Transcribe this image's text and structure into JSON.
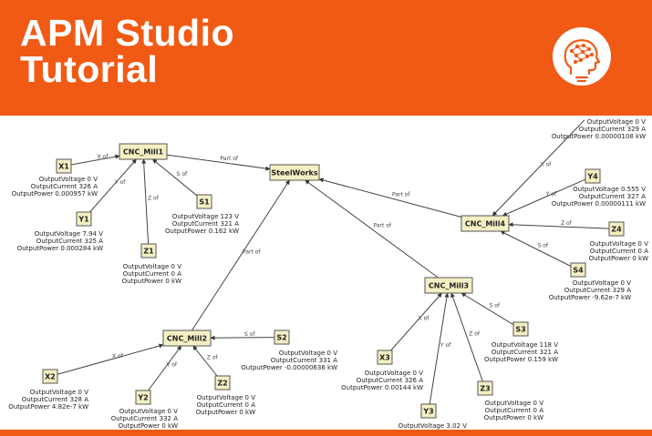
{
  "header": {
    "title_line1": "APM Studio",
    "title_line2": "Tutorial",
    "background": "#f05a14",
    "logo_icon": "head-brain-network-icon"
  },
  "diagram": {
    "nodes": [
      {
        "id": "SteelWorks",
        "label": "SteelWorks",
        "kind": "plant"
      },
      {
        "id": "CNC_Mill1",
        "label": "CNC_Mill1",
        "kind": "mill"
      },
      {
        "id": "CNC_Mill2",
        "label": "CNC_Mill2",
        "kind": "mill"
      },
      {
        "id": "CNC_Mill3",
        "label": "CNC_Mill3",
        "kind": "mill"
      },
      {
        "id": "CNC_Mill4",
        "label": "CNC_Mill4",
        "kind": "mill"
      },
      {
        "id": "X1",
        "label": "X1",
        "kind": "sensor"
      },
      {
        "id": "Y1",
        "label": "Y1",
        "kind": "sensor"
      },
      {
        "id": "Z1",
        "label": "Z1",
        "kind": "sensor"
      },
      {
        "id": "S1",
        "label": "S1",
        "kind": "sensor"
      },
      {
        "id": "X2",
        "label": "X2",
        "kind": "sensor"
      },
      {
        "id": "Y2",
        "label": "Y2",
        "kind": "sensor"
      },
      {
        "id": "Z2",
        "label": "Z2",
        "kind": "sensor"
      },
      {
        "id": "S2",
        "label": "S2",
        "kind": "sensor"
      },
      {
        "id": "X3",
        "label": "X3",
        "kind": "sensor"
      },
      {
        "id": "Y3",
        "label": "Y3",
        "kind": "sensor"
      },
      {
        "id": "Z3",
        "label": "Z3",
        "kind": "sensor"
      },
      {
        "id": "S3",
        "label": "S3",
        "kind": "sensor"
      },
      {
        "id": "Y4",
        "label": "Y4",
        "kind": "sensor"
      },
      {
        "id": "Z4",
        "label": "Z4",
        "kind": "sensor"
      },
      {
        "id": "S4",
        "label": "S4",
        "kind": "sensor"
      }
    ],
    "edges": [
      {
        "from": "CNC_Mill1",
        "to": "SteelWorks",
        "label": "Part of"
      },
      {
        "from": "CNC_Mill2",
        "to": "SteelWorks",
        "label": "Part of"
      },
      {
        "from": "CNC_Mill3",
        "to": "SteelWorks",
        "label": "Part of"
      },
      {
        "from": "CNC_Mill4",
        "to": "SteelWorks",
        "label": "Part of"
      },
      {
        "from": "X1",
        "to": "CNC_Mill1",
        "label": "X of"
      },
      {
        "from": "Y1",
        "to": "CNC_Mill1",
        "label": "Y of"
      },
      {
        "from": "Z1",
        "to": "CNC_Mill1",
        "label": "Z of"
      },
      {
        "from": "S1",
        "to": "CNC_Mill1",
        "label": "S of"
      },
      {
        "from": "X2",
        "to": "CNC_Mill2",
        "label": "X of"
      },
      {
        "from": "Y2",
        "to": "CNC_Mill2",
        "label": "Y of"
      },
      {
        "from": "Z2",
        "to": "CNC_Mill2",
        "label": "Z of"
      },
      {
        "from": "S2",
        "to": "CNC_Mill2",
        "label": "S of"
      },
      {
        "from": "X3",
        "to": "CNC_Mill3",
        "label": "X of"
      },
      {
        "from": "Y3",
        "to": "CNC_Mill3",
        "label": "Y of"
      },
      {
        "from": "Z3",
        "to": "CNC_Mill3",
        "label": "Z of"
      },
      {
        "from": "S3",
        "to": "CNC_Mill3",
        "label": "S of"
      },
      {
        "from": "X4_offscreen",
        "to": "CNC_Mill4",
        "label": "X of"
      },
      {
        "from": "Y4",
        "to": "CNC_Mill4",
        "label": "Y of"
      },
      {
        "from": "Z4",
        "to": "CNC_Mill4",
        "label": "Z of"
      },
      {
        "from": "S4",
        "to": "CNC_Mill4",
        "label": "S of"
      }
    ],
    "readouts": [
      {
        "for": "X1",
        "lines": [
          "OutputVoltage  0 V",
          "OutputCurrent  326 A",
          "OutputPower  0.000957 kW"
        ]
      },
      {
        "for": "Y1",
        "lines": [
          "OutputVoltage  7.94 V",
          "OutputCurrent  325 A",
          "OutputPower  0.000284 kW"
        ]
      },
      {
        "for": "Z1",
        "lines": [
          "OutputVoltage  0 V",
          "OutputCurrent  0 A",
          "OutputPower  0 kW"
        ]
      },
      {
        "for": "S1",
        "lines": [
          "OutputVoltage  123 V",
          "OutputCurrent  321 A",
          "OutputPower  0.162 kW"
        ]
      },
      {
        "for": "X2",
        "lines": [
          "OutputVoltage  0 V",
          "OutputCurrent  328 A",
          "OutputPower  4.82e-7 kW"
        ]
      },
      {
        "for": "Y2",
        "lines": [
          "OutputVoltage  0 V",
          "OutputCurrent  332 A",
          "OutputPower  0 kW"
        ]
      },
      {
        "for": "Z2",
        "lines": [
          "OutputVoltage  0 V",
          "OutputCurrent  0 A",
          "OutputPower  0 kW"
        ]
      },
      {
        "for": "S2",
        "lines": [
          "OutputVoltage  0 V",
          "OutputCurrent  331 A",
          "OutputPower  -0.00000636 kW"
        ]
      },
      {
        "for": "X3",
        "lines": [
          "OutputVoltage  0 V",
          "OutputCurrent  326 A",
          "OutputPower  0.00144 kW"
        ]
      },
      {
        "for": "Y3",
        "lines": [
          "OutputVoltage  3.02 V"
        ]
      },
      {
        "for": "Z3",
        "lines": [
          "OutputVoltage  0 V",
          "OutputCurrent  0 A",
          "OutputPower  0 kW"
        ]
      },
      {
        "for": "S3",
        "lines": [
          "OutputVoltage  118 V",
          "OutputCurrent  321 A",
          "OutputPower  0.159 kW"
        ]
      },
      {
        "for": "X4_offscreen",
        "lines": [
          "OutputVoltage  0 V",
          "OutputCurrent  329 A",
          "OutputPower  0.00000108 kW"
        ]
      },
      {
        "for": "Y4",
        "lines": [
          "OutputVoltage  0.555 V",
          "OutputCurrent  327 A",
          "OutputPower  0.00000111 kW"
        ]
      },
      {
        "for": "Z4",
        "lines": [
          "OutputVoltage  0 V",
          "OutputCurrent  0 A",
          "OutputPower  0 kW"
        ]
      },
      {
        "for": "S4",
        "lines": [
          "OutputVoltage  0 V",
          "OutputCurrent  329 A",
          "OutputPower  -9.62e-7 kW"
        ]
      }
    ]
  }
}
